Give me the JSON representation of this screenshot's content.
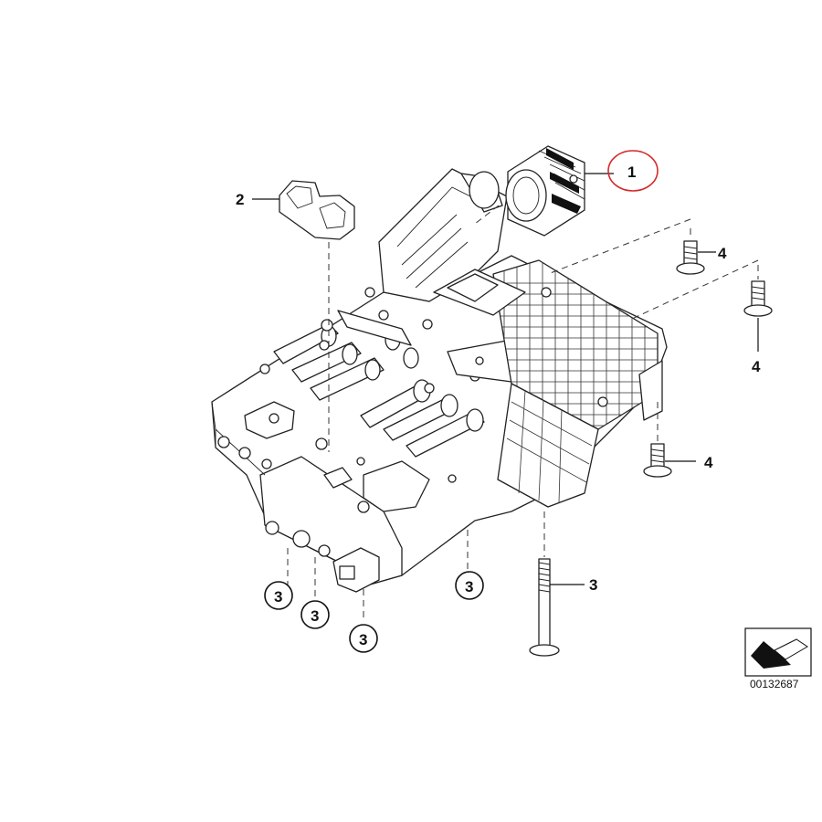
{
  "diagram": {
    "catalog_code": "00132687",
    "callouts": {
      "c1": "1",
      "c2": "2",
      "c3a": "3",
      "c3b": "3",
      "c3c": "3",
      "c3d": "3",
      "c3e": "3",
      "c4a": "4",
      "c4b": "4",
      "c4c": "4"
    },
    "highlight_color": "#d42a2a"
  }
}
